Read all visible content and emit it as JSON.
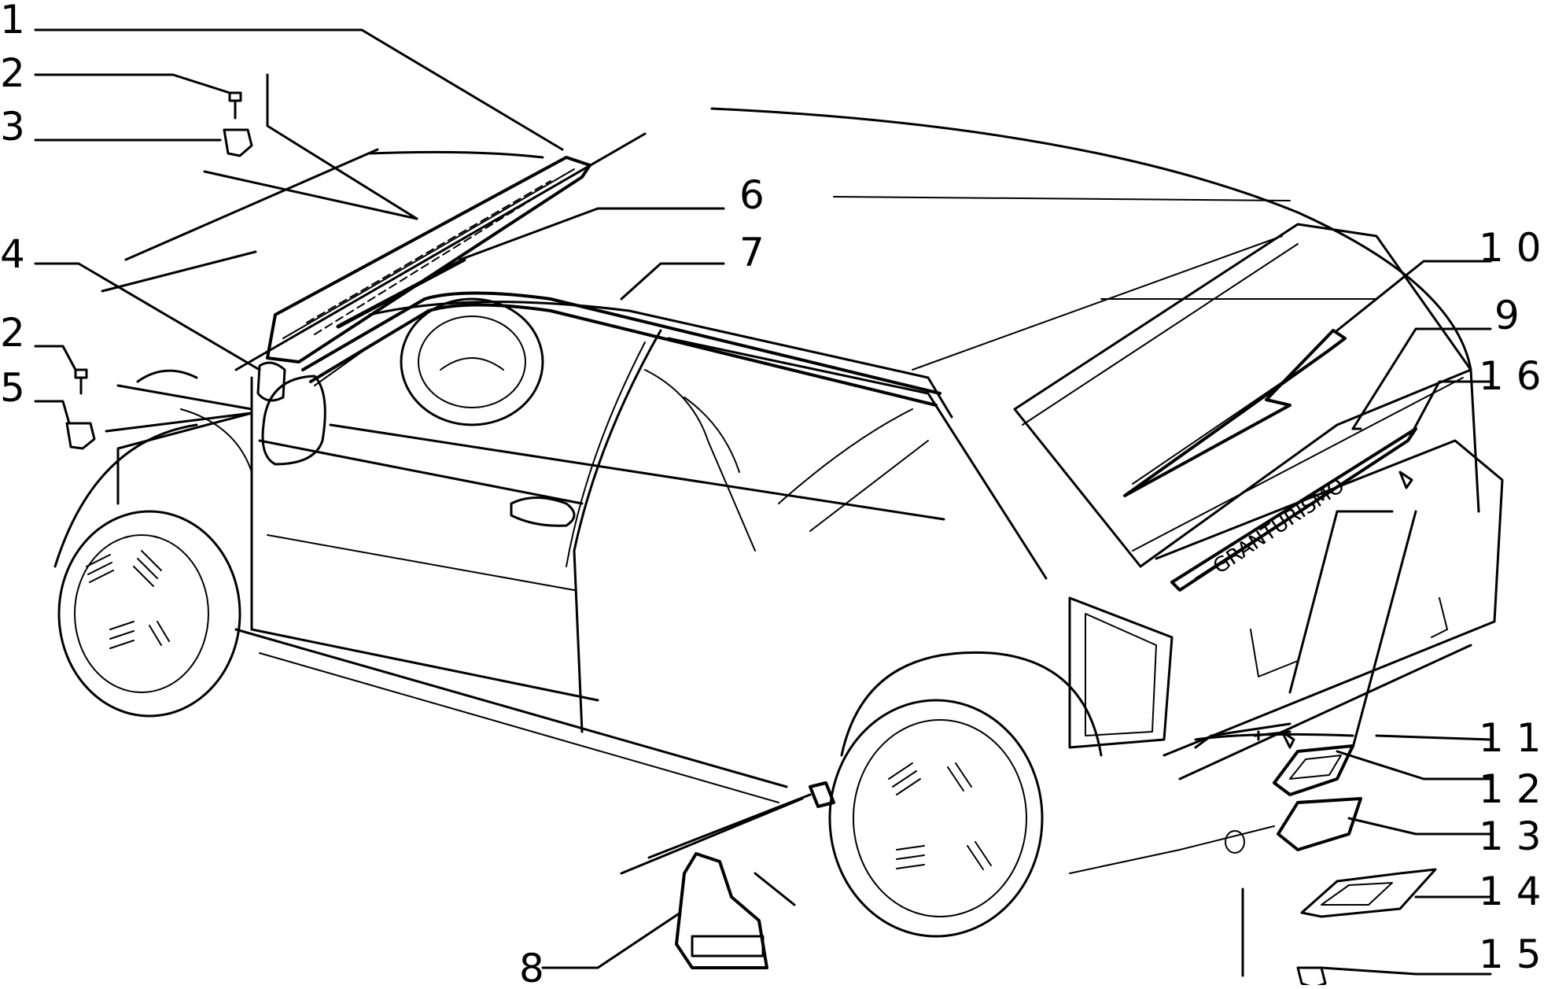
{
  "diagram": {
    "part_labels": {
      "p1": "1",
      "p2a": "2",
      "p3": "3",
      "p4": "4",
      "p2b": "2",
      "p5": "5",
      "p6": "6",
      "p7": "7",
      "p8": "8",
      "p9": "9",
      "p10": "1 0",
      "p11": "1 1",
      "p12": "1 2",
      "p13": "1 3",
      "p14": "1 4",
      "p15": "1 5",
      "p16": "1 6"
    },
    "badge_text": "GRANTURISMO"
  }
}
